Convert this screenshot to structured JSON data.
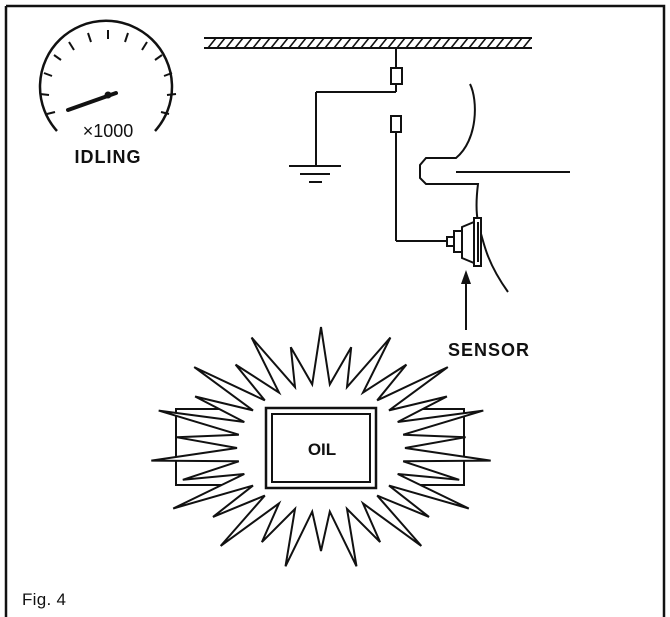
{
  "gauge": {
    "multiplier": "×1000",
    "mode": "IDLING"
  },
  "sensor": {
    "label": "SENSOR"
  },
  "warning_lamp": {
    "label": "OIL"
  },
  "figure": {
    "caption": "Fig. 4"
  },
  "colors": {
    "ink": "#111111",
    "paper": "#ffffff"
  }
}
